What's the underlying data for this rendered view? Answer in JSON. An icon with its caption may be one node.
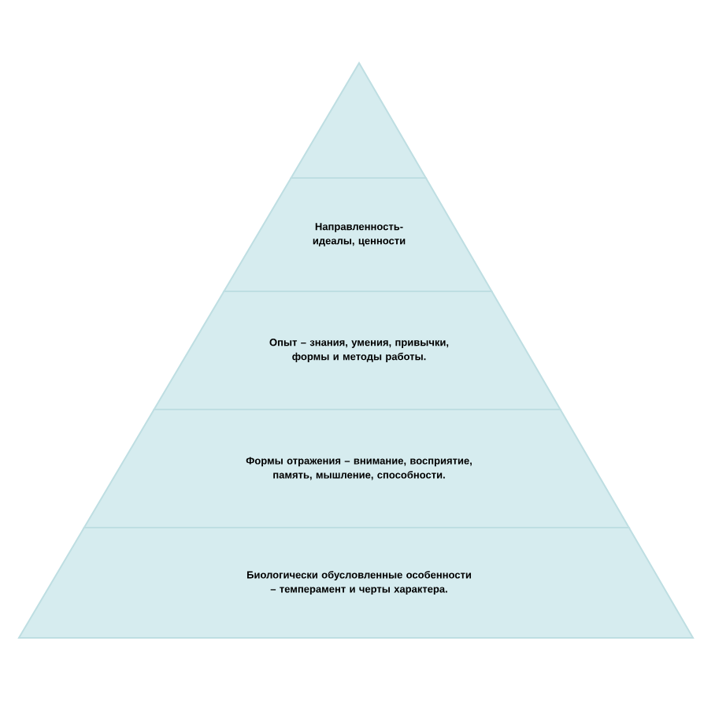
{
  "diagram": {
    "nodes": [
      {
        "text": [],
        "shape": "triangle"
      },
      {
        "text": [
          "Направленность- идеалы, ценности"
        ]
      },
      {
        "text": [
          "Опыт – знания, умения, привычки, формы и методы работы."
        ]
      },
      {
        "text": [
          "Формы отражения – внимание, восприятие, память, мышление, способности."
        ]
      },
      {
        "text": [
          "Биологически обусловленные особенности – темперамент и черты характера."
        ]
      }
    ]
  }
}
